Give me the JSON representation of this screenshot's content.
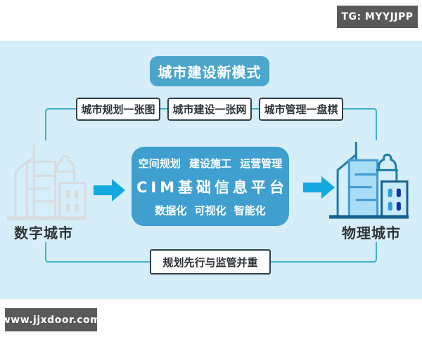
{
  "badges": {
    "top_right": "TG: MYYJJPP",
    "bottom_left": "www.jjxdoor.com"
  },
  "diagram": {
    "title": "城市建设新模式",
    "top_boxes": [
      {
        "label": "城市规划一张图"
      },
      {
        "label": "城市建设一张网"
      },
      {
        "label": "城市管理一盘棋"
      }
    ],
    "platform": {
      "line1": "空间规划 建设施工 运营管理",
      "line2": "CIM基础信息平台",
      "line3": "数据化 可视化 智能化"
    },
    "left_city": {
      "label": "数字城市"
    },
    "right_city": {
      "label": "物理城市"
    },
    "bottom_box": "规划先行与监管并重"
  },
  "colors": {
    "panel_bg": "#d6eef9",
    "title_box": "#4ba6cb",
    "platform_box": "#3fa0d0",
    "arrow": "#15a8e0",
    "connector_line": "#41b2cb",
    "box_border": "#31404a",
    "dark_text": "#2e3338",
    "badge_bg": "#58595b",
    "gray_city": "#d8dcdf",
    "teal_city_outline": "#1f7fac"
  }
}
